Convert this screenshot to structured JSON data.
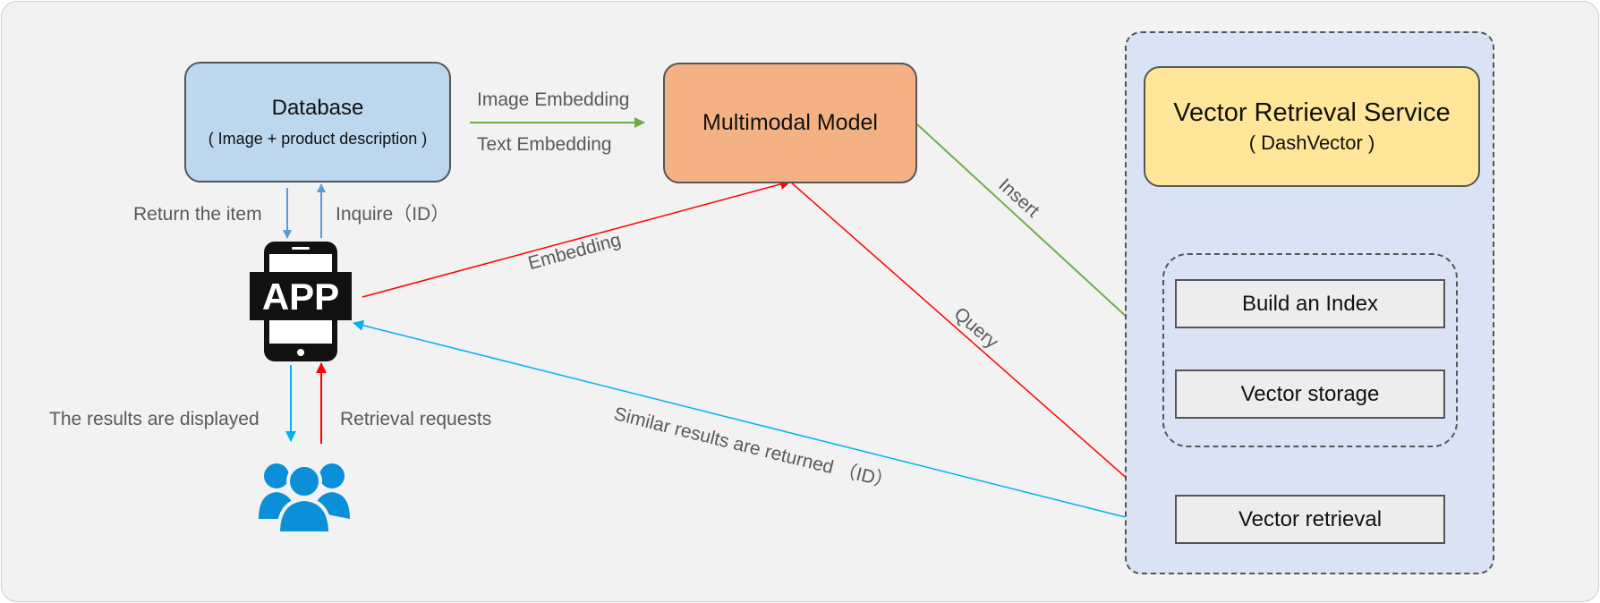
{
  "nodes": {
    "database": {
      "title": "Database",
      "subtitle": "( Image + product description )"
    },
    "multimodal_model": {
      "title": "Multimodal Model"
    },
    "vector_service": {
      "title": "Vector Retrieval Service",
      "subtitle": "( DashVector )"
    },
    "build_index": "Build an Index",
    "vector_storage": "Vector storage",
    "vector_retrieval": "Vector retrieval",
    "app_icon_text": "APP"
  },
  "edges": {
    "image_embedding": "Image Embedding",
    "text_embedding": "Text Embedding",
    "return_item": "Return the item",
    "inquire": "Inquire（ID）",
    "embedding": "Embedding",
    "insert": "Insert",
    "query": "Query",
    "displayed": "The results are displayed",
    "requests": "Retrieval requests",
    "similar": "Similar results are returned （ID）"
  },
  "colors": {
    "blue_arrow": "#5b9bd5",
    "green_arrow": "#70ad47",
    "red_arrow": "#ff0000",
    "cyan_arrow": "#00b0f0",
    "users_icon": "#0b8fd8"
  },
  "icons": {
    "app": "mobile-app-icon",
    "users": "users-group-icon"
  }
}
